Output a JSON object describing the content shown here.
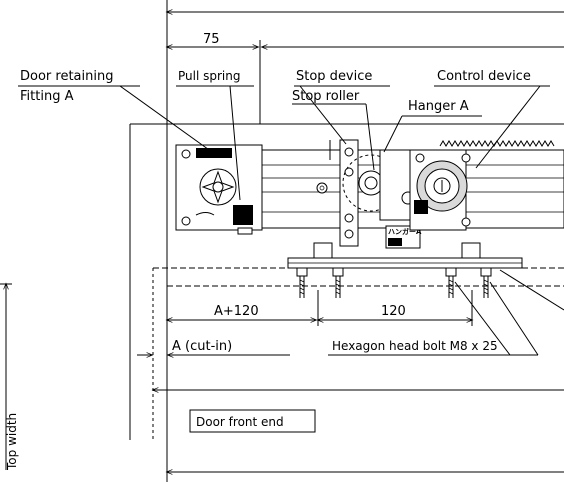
{
  "labels": {
    "dim_75": "75",
    "door_retaining": "Door retaining",
    "fitting_a": "Fitting A",
    "pull_spring": "Pull spring",
    "stop_device": "Stop device",
    "stop_roller": "Stop roller",
    "control_device": "Control device",
    "hanger_a": "Hanger A",
    "dim_a120": "A+120",
    "dim_120": "120",
    "a_cutin": "A (cut-in)",
    "hex_bolt": "Hexagon head bolt M8 x 25",
    "door_front_end": "Door front end",
    "vertical_text": "Top width"
  }
}
